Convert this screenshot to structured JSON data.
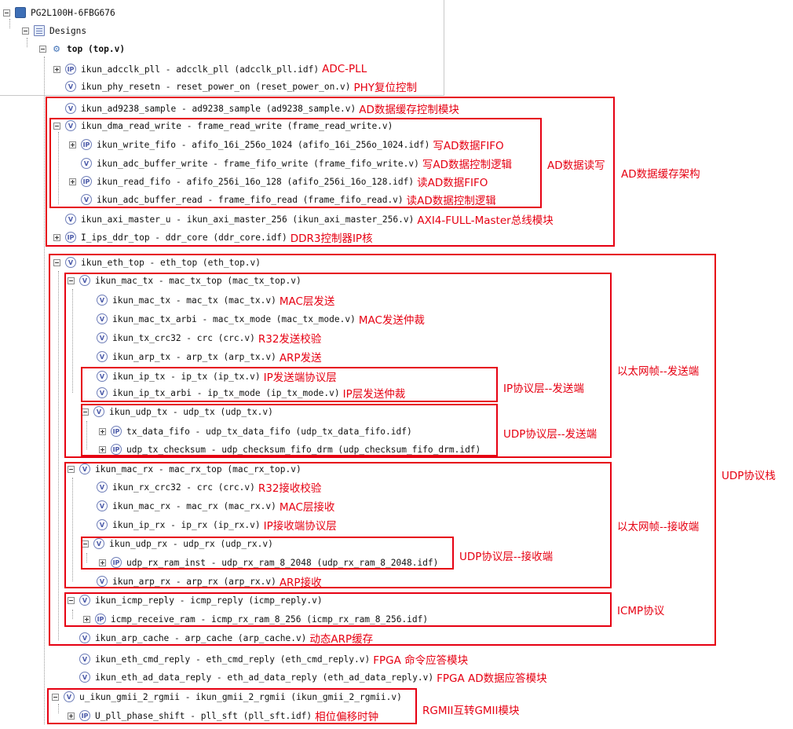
{
  "tree": {
    "root": "PG2L100H-6FBG676",
    "designs": "Designs",
    "top": "top (top.v)",
    "rows": [
      {
        "label": "ikun_adcclk_pll - adcclk_pll (adcclk_pll.idf)",
        "note": "ADC-PLL",
        "icon": "IP"
      },
      {
        "label": "ikun_phy_resetn - reset_power_on (reset_power_on.v)",
        "note": "PHY复位控制",
        "icon": "V"
      },
      {
        "label": "ikun_ad9238_sample - ad9238_sample (ad9238_sample.v)",
        "note": "AD数据缓存控制模块",
        "icon": "V"
      },
      {
        "label": "ikun_dma_read_write - frame_read_write (frame_read_write.v)",
        "note": "",
        "icon": "V"
      },
      {
        "label": "ikun_write_fifo - afifo_16i_256o_1024 (afifo_16i_256o_1024.idf)",
        "note": "写AD数据FIFO",
        "icon": "IP"
      },
      {
        "label": "ikun_adc_buffer_write - frame_fifo_write (frame_fifo_write.v)",
        "note": "写AD数据控制逻辑",
        "icon": "V"
      },
      {
        "label": "ikun_read_fifo - afifo_256i_16o_128 (afifo_256i_16o_128.idf)",
        "note": "读AD数据FIFO",
        "icon": "IP"
      },
      {
        "label": "ikun_adc_buffer_read - frame_fifo_read (frame_fifo_read.v)",
        "note": "读AD数据控制逻辑",
        "icon": "V"
      },
      {
        "label": "ikun_axi_master_u - ikun_axi_master_256 (ikun_axi_master_256.v)",
        "note": "AXI4-FULL-Master总线模块",
        "icon": "V"
      },
      {
        "label": "I_ips_ddr_top - ddr_core (ddr_core.idf)",
        "note": "DDR3控制器IP核",
        "icon": "IP"
      },
      {
        "label": "ikun_eth_top - eth_top (eth_top.v)",
        "note": "",
        "icon": "V"
      },
      {
        "label": "ikun_mac_tx - mac_tx_top (mac_tx_top.v)",
        "note": "",
        "icon": "V"
      },
      {
        "label": "ikun_mac_tx - mac_tx (mac_tx.v)",
        "note": "MAC层发送",
        "icon": "V"
      },
      {
        "label": "ikun_mac_tx_arbi - mac_tx_mode (mac_tx_mode.v)",
        "note": "MAC发送仲裁",
        "icon": "V"
      },
      {
        "label": "ikun_tx_crc32 - crc (crc.v)",
        "note": "R32发送校验",
        "icon": "V"
      },
      {
        "label": "ikun_arp_tx - arp_tx (arp_tx.v)",
        "note": "ARP发送",
        "icon": "V"
      },
      {
        "label": "ikun_ip_tx - ip_tx (ip_tx.v)",
        "note": "IP发送端协议层",
        "icon": "V"
      },
      {
        "label": "ikun_ip_tx_arbi - ip_tx_mode (ip_tx_mode.v)",
        "note": "IP层发送仲裁",
        "icon": "V"
      },
      {
        "label": "ikun_udp_tx - udp_tx (udp_tx.v)",
        "note": "",
        "icon": "V"
      },
      {
        "label": "tx_data_fifo - udp_tx_data_fifo (udp_tx_data_fifo.idf)",
        "note": "",
        "icon": "IP"
      },
      {
        "label": "udp_tx_checksum - udp_checksum_fifo_drm (udp_checksum_fifo_drm.idf)",
        "note": "",
        "icon": "IP"
      },
      {
        "label": "ikun_mac_rx - mac_rx_top (mac_rx_top.v)",
        "note": "",
        "icon": "V"
      },
      {
        "label": "ikun_rx_crc32 - crc (crc.v)",
        "note": "R32接收校验",
        "icon": "V"
      },
      {
        "label": "ikun_mac_rx - mac_rx (mac_rx.v)",
        "note": "MAC层接收",
        "icon": "V"
      },
      {
        "label": "ikun_ip_rx - ip_rx (ip_rx.v)",
        "note": "IP接收端协议层",
        "icon": "V"
      },
      {
        "label": "ikun_udp_rx - udp_rx (udp_rx.v)",
        "note": "",
        "icon": "V"
      },
      {
        "label": "udp_rx_ram_inst - udp_rx_ram_8_2048 (udp_rx_ram_8_2048.idf)",
        "note": "",
        "icon": "IP"
      },
      {
        "label": "ikun_arp_rx - arp_rx (arp_rx.v)",
        "note": "ARP接收",
        "icon": "V"
      },
      {
        "label": "ikun_icmp_reply - icmp_reply (icmp_reply.v)",
        "note": "",
        "icon": "V"
      },
      {
        "label": "icmp_receive_ram - icmp_rx_ram_8_256 (icmp_rx_ram_8_256.idf)",
        "note": "",
        "icon": "IP"
      },
      {
        "label": "ikun_arp_cache - arp_cache (arp_cache.v)",
        "note": "动态ARP缓存",
        "icon": "V"
      },
      {
        "label": "ikun_eth_cmd_reply - eth_cmd_reply (eth_cmd_reply.v)",
        "note": "FPGA 命令应答模块",
        "icon": "V"
      },
      {
        "label": "ikun_eth_ad_data_reply - eth_ad_data_reply (eth_ad_data_reply.v)",
        "note": "FPGA AD数据应答模块",
        "icon": "V"
      },
      {
        "label": "u_ikun_gmii_2_rgmii - ikun_gmii_2_rgmii (ikun_gmii_2_rgmii.v)",
        "note": "",
        "icon": "V"
      },
      {
        "label": "U_pll_phase_shift - pll_sft (pll_sft.idf)",
        "note": "相位偏移时钟",
        "icon": "IP"
      }
    ]
  },
  "groups": {
    "ad_read_write": "AD数据读写",
    "ad_cache_arch": "AD数据缓存架构",
    "ip_tx_layer": "IP协议层--发送端",
    "udp_tx_layer": "UDP协议层--发送端",
    "eth_tx": "以太网帧--发送端",
    "udp_stack": "UDP协议栈",
    "eth_rx": "以太网帧--接收端",
    "udp_rx_layer": "UDP协议层--接收端",
    "icmp": "ICMP协议",
    "rgmii": "RGMII互转GMII模块"
  },
  "icon_names": {
    "IP": "ip-core-icon",
    "V": "verilog-module-icon"
  }
}
